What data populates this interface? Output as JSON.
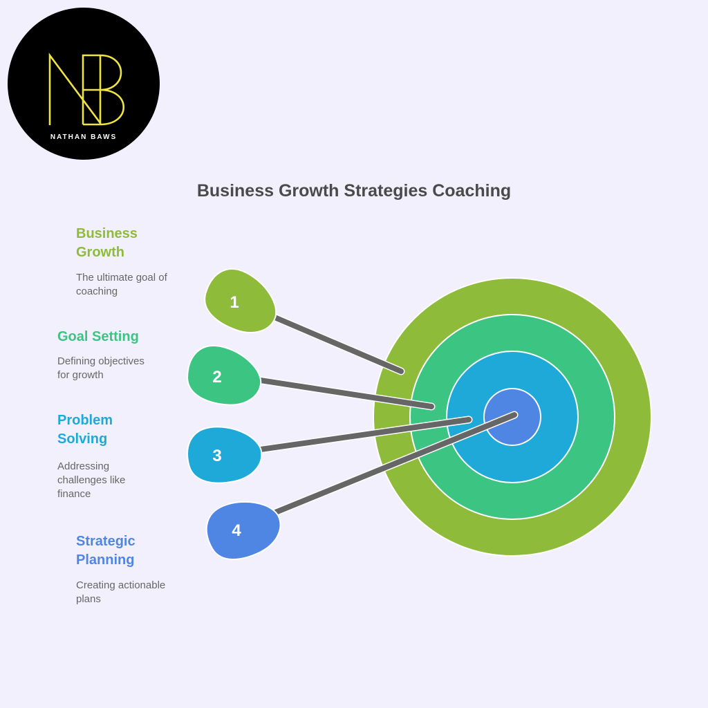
{
  "logo": {
    "text": "NATHAN BAWS",
    "monogram": "NB",
    "bg_color": "#000000",
    "accent_color": "#f0e442"
  },
  "title": "Business Growth Strategies Coaching",
  "colors": {
    "background": "#f2f0fc",
    "ring1": "#8fbb3a",
    "ring2": "#3cc482",
    "ring3": "#1fa9d9",
    "ring4": "#4f86e4",
    "shaft": "#666666"
  },
  "items": [
    {
      "number": "1",
      "heading_lines": [
        "Business",
        "Growth"
      ],
      "desc_lines": [
        "The ultimate goal of",
        "coaching"
      ],
      "color": "#8fbb3a"
    },
    {
      "number": "2",
      "heading_lines": [
        "Goal Setting"
      ],
      "desc_lines": [
        "Defining objectives",
        "for growth"
      ],
      "color": "#3cc482"
    },
    {
      "number": "3",
      "heading_lines": [
        "Problem",
        "Solving"
      ],
      "desc_lines": [
        "Addressing",
        "challenges like",
        "finance"
      ],
      "color": "#1fa9d9"
    },
    {
      "number": "4",
      "heading_lines": [
        "Strategic",
        "Planning"
      ],
      "desc_lines": [
        "Creating actionable",
        "plans"
      ],
      "color": "#4f86e4"
    }
  ]
}
